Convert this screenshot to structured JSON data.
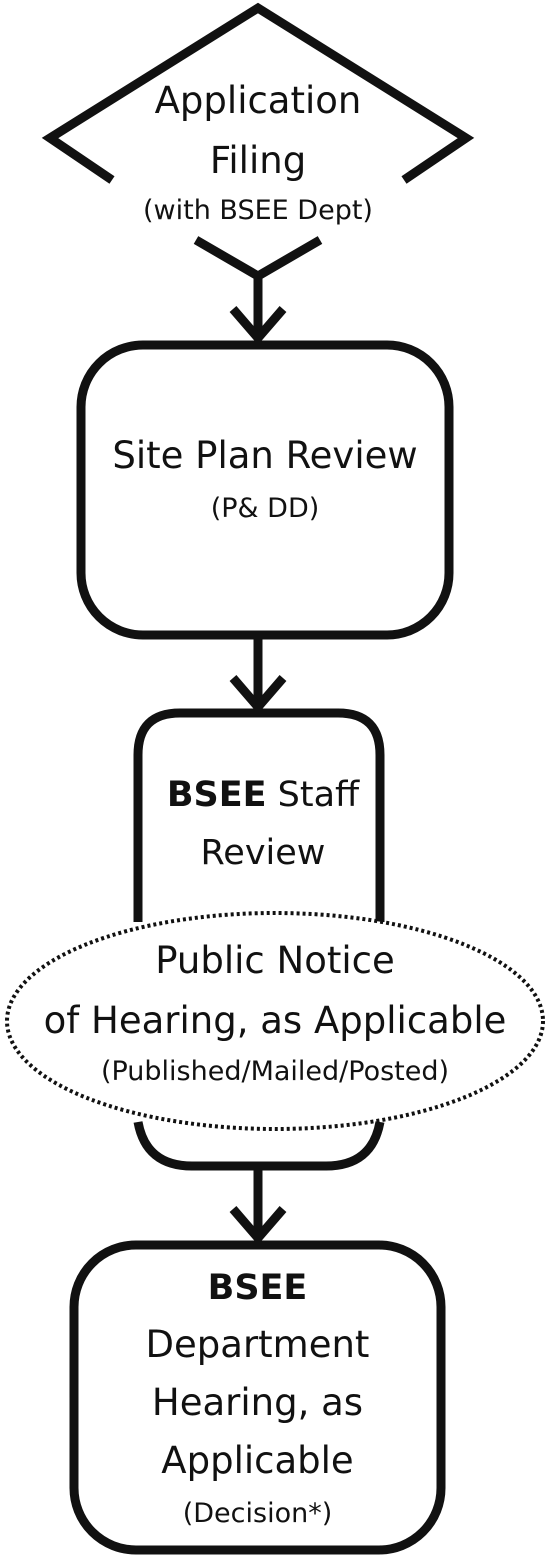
{
  "diagram": {
    "nodes": {
      "application_filing": {
        "shape": "diamond",
        "line1": "Application",
        "line2": "Filing",
        "sub": "(with BSEE Dept)"
      },
      "site_plan_review": {
        "shape": "rounded-rectangle",
        "title": "Site Plan Review",
        "sub": "(P& DD)"
      },
      "staff_review": {
        "shape": "rounded-rectangle",
        "bold_part": "BSEE",
        "rest_part": " Staff",
        "line2": "Review"
      },
      "public_notice": {
        "shape": "dotted-ellipse",
        "line1": "Public Notice",
        "line2": "of Hearing, as Applicable",
        "sub": "(Published/Mailed/Posted)"
      },
      "department_hearing": {
        "shape": "rounded-rectangle",
        "line1": "BSEE",
        "line2": "Department",
        "line3": "Hearing, as",
        "line4": "Applicable",
        "sub": "(Decision*)"
      }
    },
    "edges": [
      {
        "from": "application_filing",
        "to": "site_plan_review"
      },
      {
        "from": "site_plan_review",
        "to": "staff_review"
      },
      {
        "from": "staff_review",
        "to": "department_hearing"
      }
    ],
    "colors": {
      "stroke": "#111111",
      "background": "#ffffff"
    }
  }
}
